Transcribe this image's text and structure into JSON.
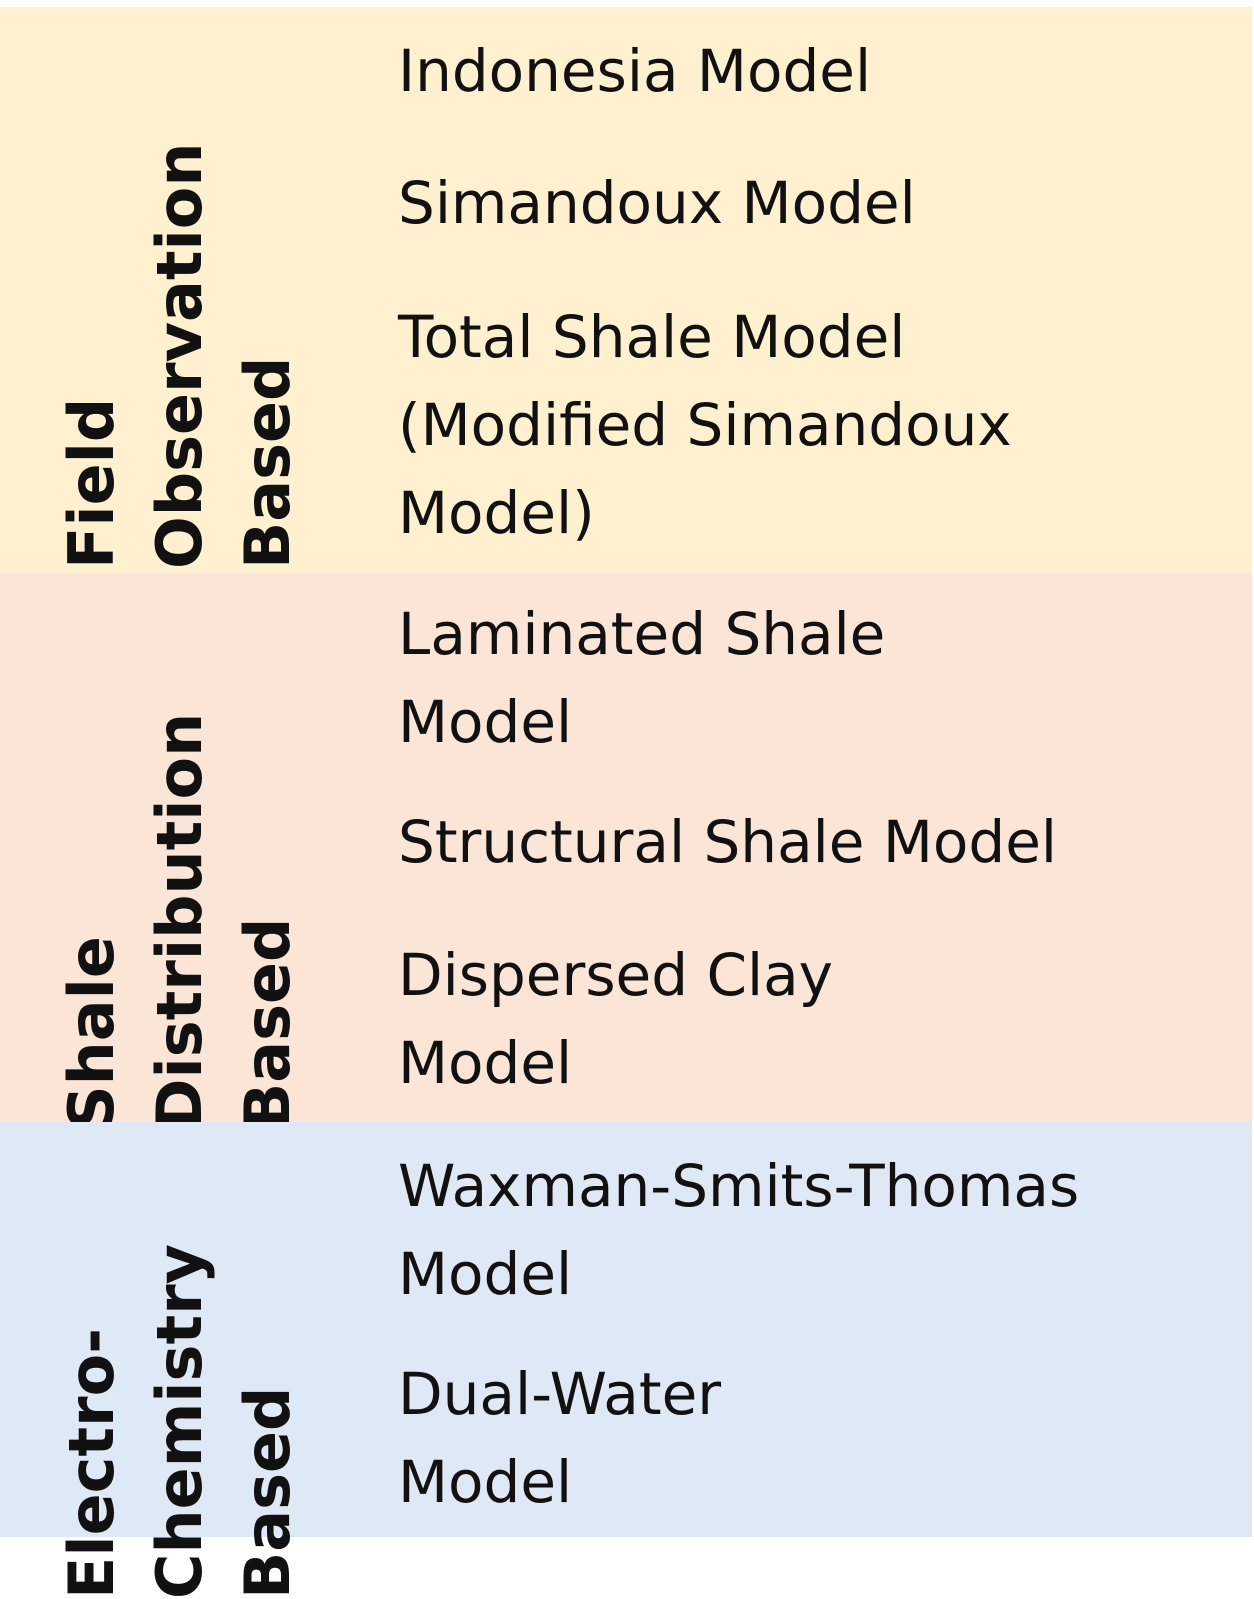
{
  "categories": [
    {
      "label": "Field\nObservation\nBased",
      "models": [
        "Indonesia Model",
        "Simandoux Model",
        "Total Shale Model\n(Modified Simandoux\nModel)"
      ]
    },
    {
      "label": "Shale\nDistribution\nBased",
      "models": [
        "Laminated Shale\nModel",
        "Structural Shale Model",
        "Dispersed Clay\nModel"
      ]
    },
    {
      "label": "Electro-\nChemistry\nBased",
      "models": [
        "Waxman-Smits-Thomas\nModel",
        "Dual-Water\nModel"
      ]
    }
  ],
  "colors": {
    "field_band": "#fff1cf",
    "shale_band": "#fbe5d6",
    "electro_band": "#dfe9f5"
  }
}
